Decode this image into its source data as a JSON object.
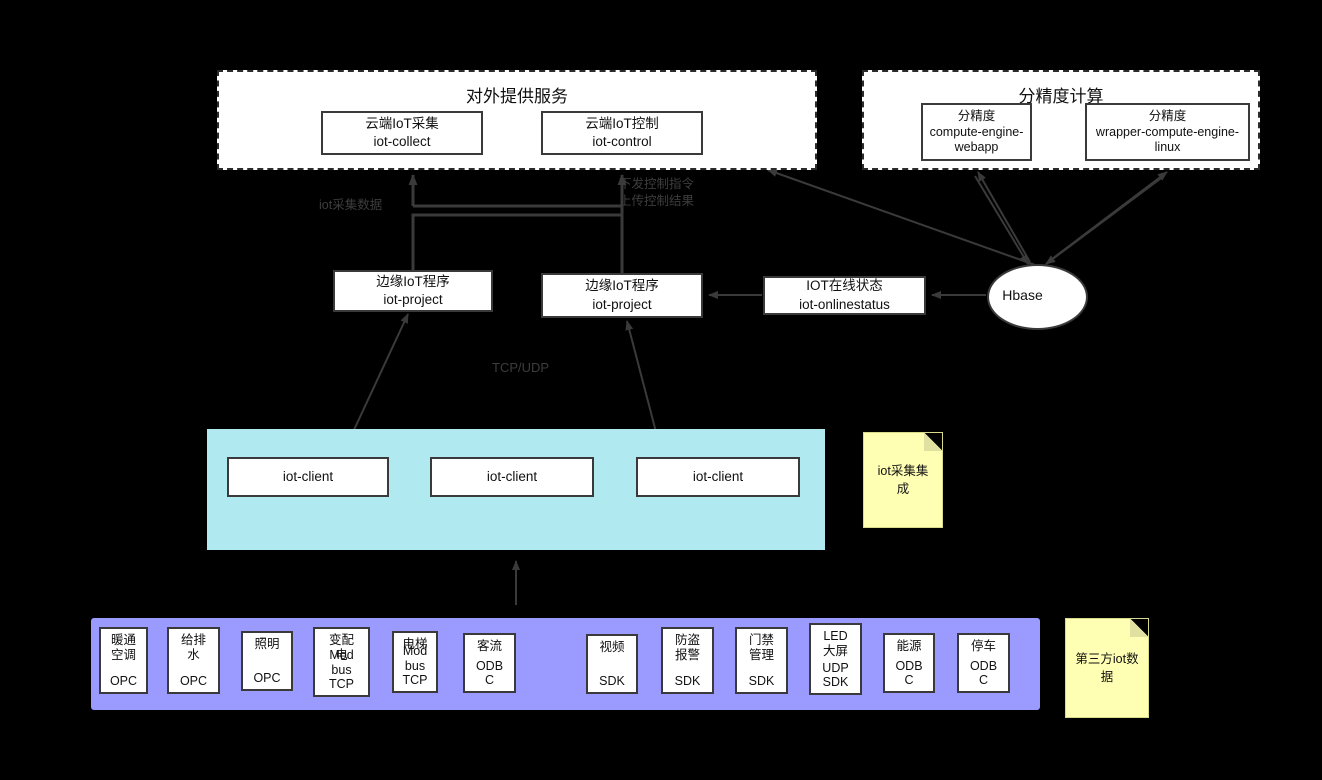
{
  "groups": {
    "services": {
      "title": "对外提供服务",
      "boxes": [
        {
          "l1": "云端IoT采集",
          "l2": "iot-collect"
        },
        {
          "l1": "云端IoT控制",
          "l2": "iot-control"
        }
      ]
    },
    "precision": {
      "title": "分精度计算",
      "boxes": [
        {
          "l1": "分精度",
          "l2": "compute-engine-webapp"
        },
        {
          "l1": "分精度",
          "l2": "wrapper-compute-engine-linux"
        }
      ]
    }
  },
  "middle": {
    "edge_projects": [
      {
        "l1": "边缘IoT程序",
        "l2": "iot-project"
      },
      {
        "l1": "边缘IoT程序",
        "l2": "iot-project"
      }
    ],
    "online_status": {
      "l1": "IOT在线状态",
      "l2": "iot-onlinestatus"
    },
    "database": {
      "label": "Hbase"
    }
  },
  "edge_labels": {
    "collect": "iot采集数据",
    "control": "下发控制指令\n上传控制结果",
    "transport": "TCP/UDP"
  },
  "clients": {
    "items": [
      {
        "label": "iot-client"
      },
      {
        "label": "iot-client"
      },
      {
        "label": "iot-client"
      }
    ]
  },
  "devices": {
    "items": [
      {
        "name": "暖通\n空调",
        "protocol": "OPC"
      },
      {
        "name": "给排\n水",
        "protocol": "OPC"
      },
      {
        "name": "照明",
        "protocol": "OPC"
      },
      {
        "name": "变配\n电",
        "protocol": "Mod\nbus\nTCP"
      },
      {
        "name": "电梯",
        "protocol": "Mod\nbus\nTCP"
      },
      {
        "name": "客流",
        "protocol": "ODB\nC"
      },
      {
        "name": "视频",
        "protocol": "SDK"
      },
      {
        "name": "防盗\n报警",
        "protocol": "SDK"
      },
      {
        "name": "门禁\n管理",
        "protocol": "SDK"
      },
      {
        "name": "LED\n大屏",
        "protocol": "UDP\nSDK"
      },
      {
        "name": "能源",
        "protocol": "ODB\nC"
      },
      {
        "name": "停车",
        "protocol": "ODB\nC"
      }
    ]
  },
  "notes": [
    {
      "text": "iot采集集成"
    },
    {
      "text": "第三方iot数据"
    }
  ],
  "colors": {
    "client_zone": "#b0eaf0",
    "device_zone": "#9a9aff",
    "note": "#ffffb3",
    "stroke": "#3a3a3a",
    "canvas": "#000000"
  }
}
